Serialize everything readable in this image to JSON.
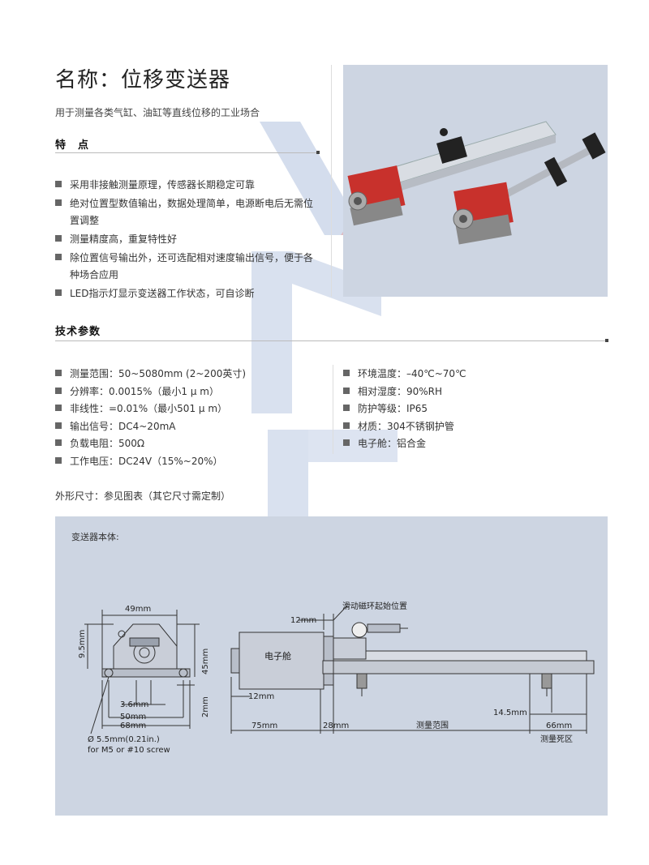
{
  "header": {
    "title": "名称：位移变送器",
    "subtitle": "用于测量各类气缸、油缸等直线位移的工业场合"
  },
  "features": {
    "heading": "特　点",
    "items": [
      "采用非接触测量原理，传感器长期稳定可靠",
      "绝对位置型数值输出，数据处理简单，电源断电后无需位置调整",
      "测量精度高，重复特性好",
      "除位置信号输出外，还可选配相对速度输出信号，便于各种场合应用",
      "LED指示灯显示变送器工作状态，可自诊断"
    ]
  },
  "specs": {
    "heading": "技术参数",
    "left": [
      "测量范围：50~5080mm (2~200英寸)",
      "分辨率：0.0015%（最小1 μ m）",
      "非线性：=0.01%（最小501 μ m）",
      "输出信号：DC4~20mA",
      "负载电阻：500Ω",
      "工作电压：DC24V（15%~20%）"
    ],
    "right": [
      "环境温度：–40℃~70℃",
      "相对湿度：90%RH",
      "防护等级：IP65",
      "材质：304不锈钢护管",
      "电子舱：铝合金"
    ]
  },
  "dim_note": "外形尺寸：参见图表（其它尺寸需定制）",
  "drawing": {
    "label": "变送器本体:",
    "front": {
      "w49": "49mm",
      "h95": "9.5mm",
      "h45": "45mm",
      "d36": "3.6mm",
      "w50": "50mm",
      "w68": "68mm",
      "h2": "2mm",
      "hole": "Ø 5.5mm(0.21in.)",
      "screw": "for M5 or #10 screw"
    },
    "side": {
      "magnet": "滑动磁环起始位置",
      "d12a": "12mm",
      "housing": "电子舱",
      "d12b": "12mm",
      "d145": "14.5mm",
      "d75": "75mm",
      "d28": "28mm",
      "range": "测量范围",
      "d66": "66mm",
      "dead": "测量死区"
    }
  },
  "colors": {
    "panel": "#cdd5e2",
    "watermark_blue": "#9fb3d6",
    "watermark_red": "#e6a3a0",
    "sensor_red": "#c8312c"
  }
}
